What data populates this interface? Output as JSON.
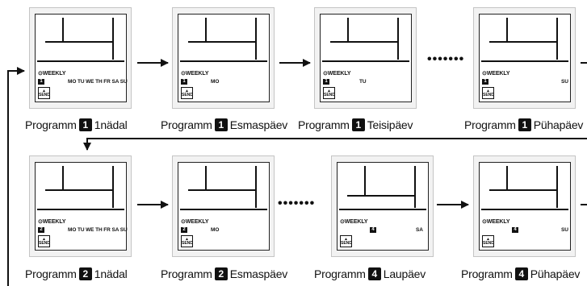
{
  "lcd": {
    "weekly_label": "⊙WEEKLY",
    "send_label": "SEND",
    "send_arrow": "▲"
  },
  "rows": [
    {
      "panels": [
        {
          "num": "1",
          "days": "MO TU WE TH FR SA SU",
          "caption_prefix": "Programm",
          "badge": "1",
          "caption_suffix": "1nädal"
        },
        {
          "num": "1",
          "days": "MO",
          "caption_prefix": "Programm",
          "badge": "1",
          "caption_suffix": "Esmaspäev"
        },
        {
          "num": "1",
          "days": "TU",
          "caption_prefix": "Programm",
          "badge": "1",
          "caption_suffix": "Teisipäev"
        },
        {
          "num": "1",
          "days": "SU",
          "caption_prefix": "Programm",
          "badge": "1",
          "caption_suffix": "Pühapäev"
        }
      ]
    },
    {
      "panels": [
        {
          "num": "2",
          "days": "MO TU WE TH FR SA SU",
          "caption_prefix": "Programm",
          "badge": "2",
          "caption_suffix": "1nädal"
        },
        {
          "num": "2",
          "days": "MO",
          "caption_prefix": "Programm",
          "badge": "2",
          "caption_suffix": "Esmaspäev"
        },
        {
          "num": "4",
          "days": "SA",
          "caption_prefix": "Programm",
          "badge": "4",
          "caption_suffix": "Laupäev"
        },
        {
          "num": "4",
          "days": "SU",
          "caption_prefix": "Programm",
          "badge": "4",
          "caption_suffix": "Pühapäev"
        }
      ]
    }
  ],
  "ellipsis": "•••••••"
}
